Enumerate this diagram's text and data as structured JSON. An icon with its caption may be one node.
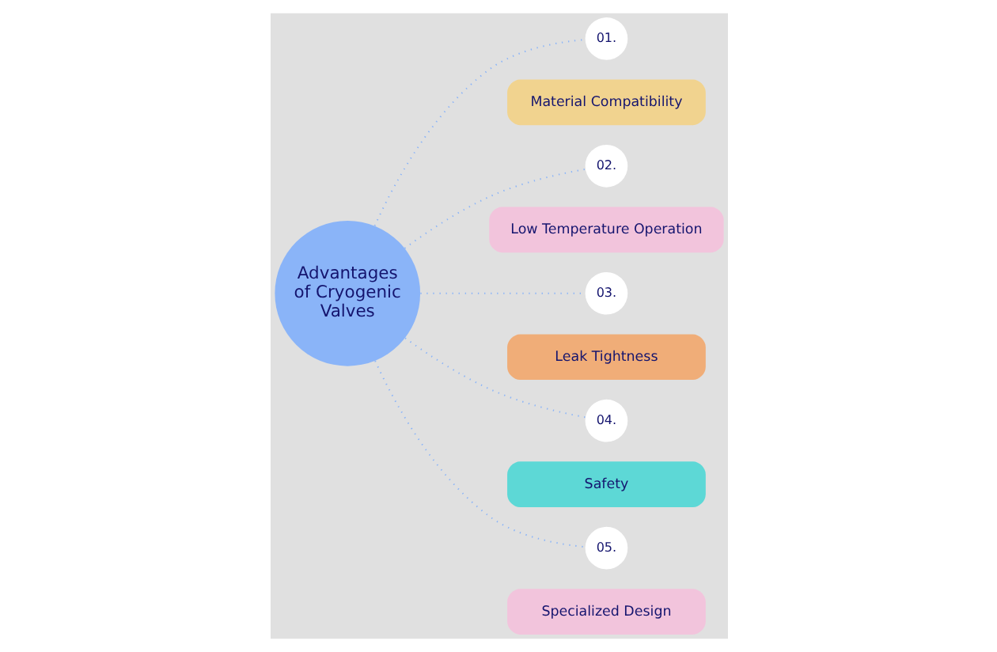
{
  "diagram": {
    "nodes": [
      {
        "text": [
          "Advantages of Cryogenic Valves"
        ]
      },
      {
        "text": [
          "01."
        ]
      },
      {
        "text": [
          "Material Compatibility"
        ]
      },
      {
        "text": [
          "02."
        ]
      },
      {
        "text": [
          "Low Temperature Operation"
        ]
      },
      {
        "text": [
          "03."
        ]
      },
      {
        "text": [
          "Leak Tightness"
        ]
      },
      {
        "text": [
          "04."
        ]
      },
      {
        "text": [
          "Safety"
        ]
      },
      {
        "text": [
          "05."
        ]
      },
      {
        "text": [
          "Specialized Design"
        ]
      }
    ],
    "edges": [
      {
        "from": 0,
        "to": 1,
        "arrow": "none",
        "style": "dashed"
      },
      {
        "from": 0,
        "to": 3,
        "arrow": "none",
        "style": "dashed"
      },
      {
        "from": 0,
        "to": 5,
        "arrow": "none",
        "style": "dashed"
      },
      {
        "from": 0,
        "to": 7,
        "arrow": "none",
        "style": "dashed"
      },
      {
        "from": 0,
        "to": 9,
        "arrow": "none",
        "style": "dashed"
      }
    ]
  }
}
